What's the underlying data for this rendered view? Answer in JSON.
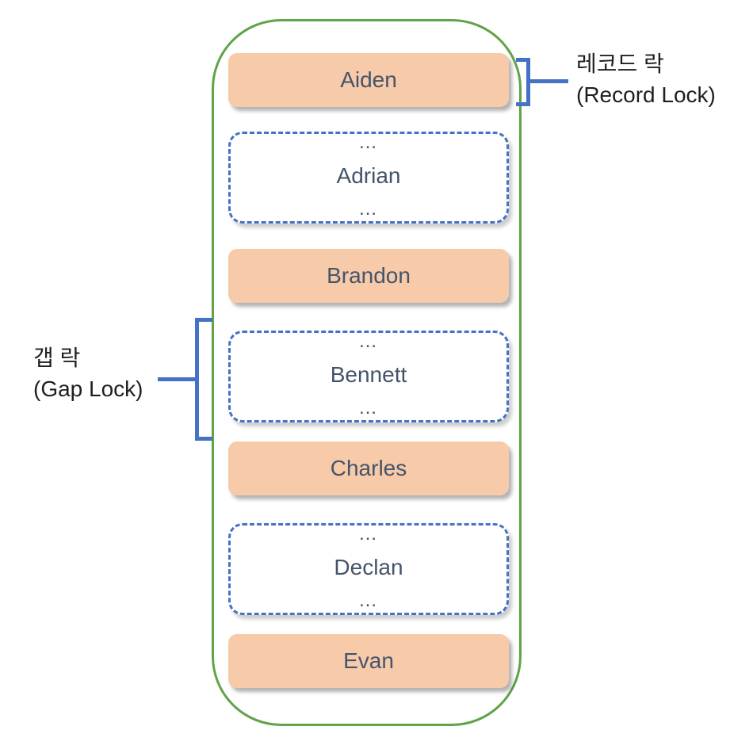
{
  "diagram": {
    "rows": [
      {
        "kind": "record",
        "name": "Aiden"
      },
      {
        "kind": "gap",
        "name": "Adrian",
        "ellipsis_top": "…",
        "ellipsis_bottom": "…"
      },
      {
        "kind": "record",
        "name": "Brandon"
      },
      {
        "kind": "gap",
        "name": "Bennett",
        "ellipsis_top": "…",
        "ellipsis_bottom": "…"
      },
      {
        "kind": "record",
        "name": "Charles"
      },
      {
        "kind": "gap",
        "name": "Declan",
        "ellipsis_top": "…",
        "ellipsis_bottom": "…"
      },
      {
        "kind": "record",
        "name": "Evan"
      }
    ],
    "annotations": {
      "record_lock": {
        "line1": "레코드 락",
        "line2": "(Record Lock)"
      },
      "gap_lock": {
        "line1": "갭 락",
        "line2": "(Gap Lock)"
      }
    },
    "colors": {
      "record_fill": "#F7CAAA",
      "gap_dash_border": "#4472C4",
      "container_border": "#5FA34A",
      "bracket": "#4472C4",
      "name_text": "#44546A",
      "label_text": "#1F1F1F"
    }
  }
}
